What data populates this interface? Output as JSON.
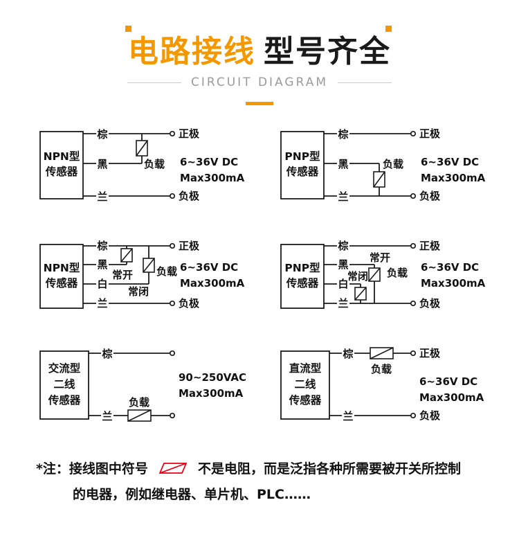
{
  "header": {
    "title_accent": "电路接线",
    "title_rest": "型号齐全",
    "subtitle": "CIRCUIT DIAGRAM",
    "accent_color": "#f39800"
  },
  "labels": {
    "brown": "棕",
    "black": "黑",
    "white": "白",
    "blue": "兰",
    "load": "负载",
    "normally_open": "常开",
    "normally_closed": "常闭",
    "positive": "正极",
    "negative": "负极"
  },
  "diagrams": {
    "d1": {
      "name_line1": "NPN型",
      "name_line2": "传感器",
      "spec1": "6~36V  DC",
      "spec2": "Max300mA"
    },
    "d2": {
      "name_line1": "PNP型",
      "name_line2": "传感器",
      "spec1": "6~36V  DC",
      "spec2": "Max300mA"
    },
    "d3": {
      "name_line1": "NPN型",
      "name_line2": "传感器",
      "spec1": "6~36V  DC",
      "spec2": "Max300mA"
    },
    "d4": {
      "name_line1": "PNP型",
      "name_line2": "传感器",
      "spec1": "6~36V  DC",
      "spec2": "Max300mA"
    },
    "d5": {
      "name_line1": "交流型",
      "name_line2": "二线",
      "name_line3": "传感器",
      "spec1": "90~250VAC",
      "spec2": "Max300mA"
    },
    "d6": {
      "name_line1": "直流型",
      "name_line2": "二线",
      "name_line3": "传感器",
      "spec1": "6~36V  DC",
      "spec2": "Max300mA"
    }
  },
  "note": {
    "line1_before": "*注：接线图中符号",
    "line1_after": "不是电阻，而是泛指各种所需要被开关所控制",
    "line2": "的电器，例如继电器、单片机、PLC……"
  }
}
